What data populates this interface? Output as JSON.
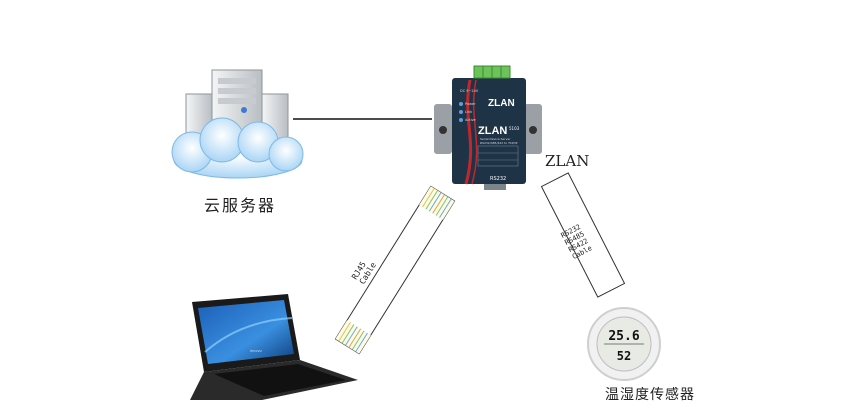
{
  "nodes": {
    "cloud_server": {
      "label": "云服务器"
    },
    "zlan_device": {
      "label": "ZLAN",
      "brand": "ZLAN",
      "model": "5103",
      "port_label": "RS232",
      "power_label": "DC 9~24V",
      "led_labels": [
        "Power",
        "Link",
        "Active"
      ],
      "subtitle_lines": [
        "Serial Device Server",
        "RS232/485/422 to TCP/IP"
      ]
    },
    "laptop": {
      "brand": "lenovo"
    },
    "sensor": {
      "label": "温湿度传感器",
      "temperature": "25.6",
      "humidity": "52"
    }
  },
  "cables": {
    "rj45": {
      "label_lines": [
        "RJ45",
        "Cable"
      ]
    },
    "serial": {
      "label_lines": [
        "RS232",
        "RS485",
        "RS422",
        "Cable"
      ]
    }
  },
  "colors": {
    "device_body": "#1f3347",
    "accent_red": "#c0282d",
    "terminal_green": "#6cc35a",
    "cloud_blue": "#cfe8fa",
    "server_gray": "#d7dadd"
  }
}
